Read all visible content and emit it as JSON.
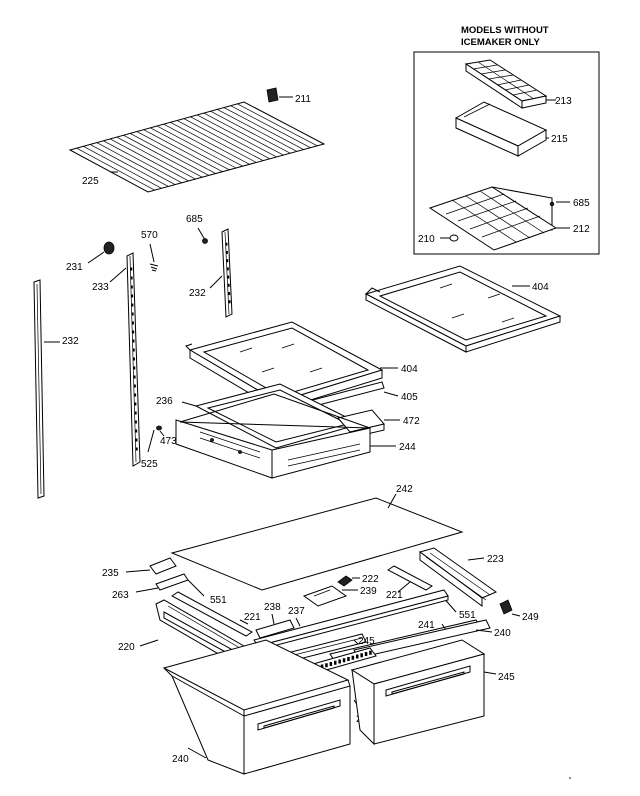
{
  "inset": {
    "title_line1": "MODELS WITHOUT",
    "title_line2": "ICEMAKER ONLY"
  },
  "labels": {
    "l211": "211",
    "l213": "213",
    "l215": "215",
    "l685a": "685",
    "l212": "212",
    "l210": "210",
    "l225": "225",
    "l685b": "685",
    "l570": "570",
    "l231": "231",
    "l233": "233",
    "l232a": "232",
    "l232b": "232",
    "l404a": "404",
    "l404b": "404",
    "l405": "405",
    "l236": "236",
    "l472": "472",
    "l473": "473",
    "l244": "244",
    "l525": "525",
    "l242": "242",
    "l235": "235",
    "l223": "223",
    "l222": "222",
    "l263": "263",
    "l551a": "551",
    "l239": "239",
    "l221a": "221",
    "l221b": "221",
    "l551b": "551",
    "l238": "238",
    "l237": "237",
    "l249": "249",
    "l220": "220",
    "l241": "241",
    "l240a": "240",
    "l245a": "245",
    "l245b": "245",
    "l246": "246",
    "l240b": "240"
  }
}
